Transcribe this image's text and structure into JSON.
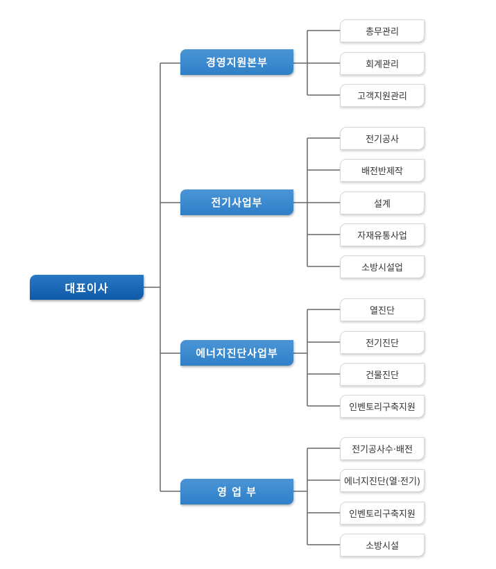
{
  "ceo": {
    "label": "대표이사"
  },
  "departments": [
    {
      "label": "경영지원본부",
      "teams": [
        "총무관리",
        "회계관리",
        "고객지원관리"
      ]
    },
    {
      "label": "전기사업부",
      "teams": [
        "전기공사",
        "배전반제작",
        "설계",
        "자재유통사업",
        "소방시설업"
      ]
    },
    {
      "label": "에너지진단사업부",
      "teams": [
        "열진단",
        "전기진단",
        "건물진단",
        "인벤토리구축지원"
      ]
    },
    {
      "label": "영 업 부",
      "teams": [
        "전기공사수·배전",
        "에너지진단(열·전기)",
        "인벤토리구축지원",
        "소방시설"
      ]
    }
  ],
  "colors": {
    "ceo": "#0f5aa8",
    "department": "#2f7fc8",
    "team_border": "#d6d6d6",
    "connector": "#666666"
  }
}
